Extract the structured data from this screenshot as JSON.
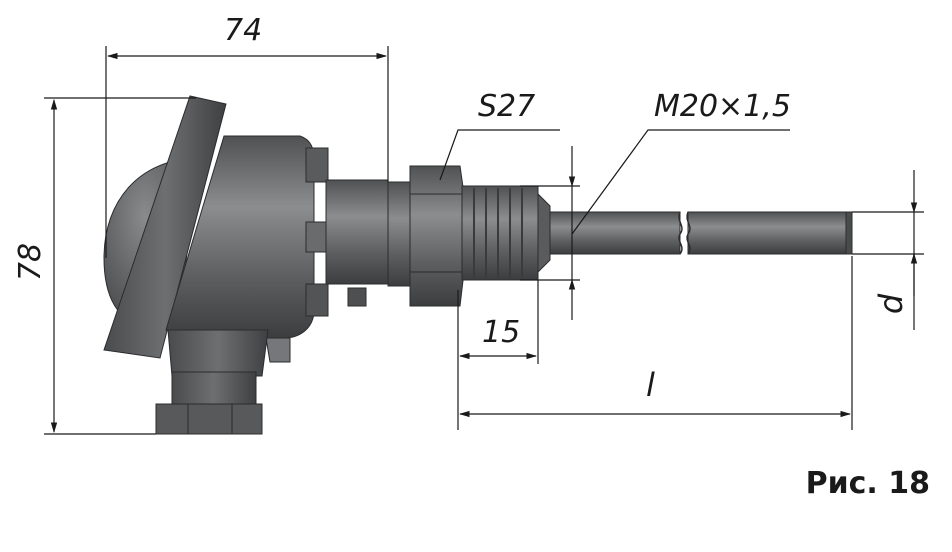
{
  "dimensions": {
    "width_74": "74",
    "height_78": "78",
    "hex_s27": "S27",
    "thread": "M20×1,5",
    "thread_len": "15",
    "length_l": "l",
    "diameter_d": "d"
  },
  "caption": "Рис. 18",
  "colors": {
    "body": "#5e5f61",
    "body_dark": "#3f4042",
    "body_light": "#8a8b8d",
    "line": "#1a1a1a"
  }
}
